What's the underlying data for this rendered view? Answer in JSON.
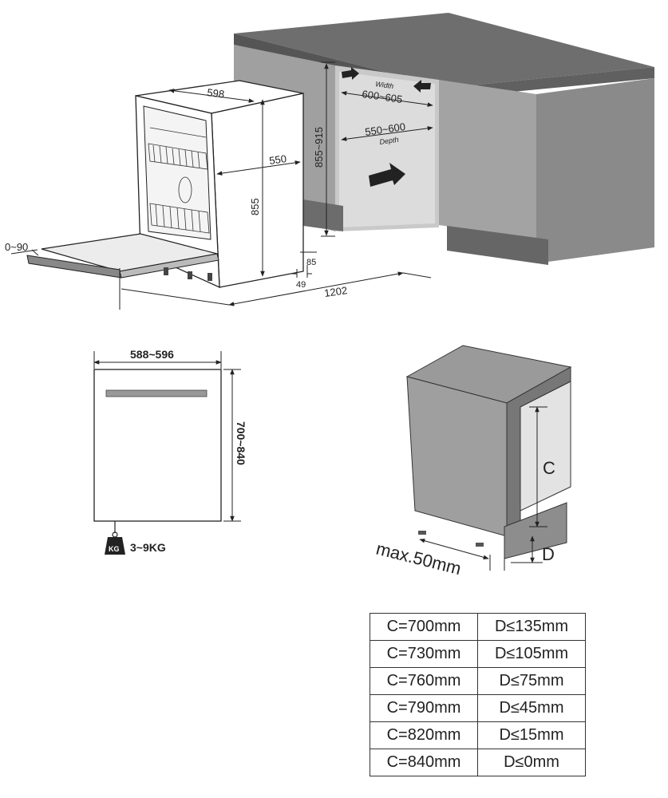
{
  "diagram": {
    "top": {
      "dim_598": "598",
      "dim_550": "550",
      "dim_855": "855",
      "dim_0_90": "0~90",
      "dim_85": "85",
      "dim_49": "49",
      "dim_1202": "1202",
      "dim_855_915": "855~915",
      "width_label": "Width",
      "width_value": "600~605",
      "depth_value": "550~600",
      "depth_label": "Depth"
    },
    "panel": {
      "width": "588~596",
      "height": "700~840",
      "weight_badge": "KG",
      "weight": "3~9KG"
    },
    "side": {
      "c_label": "C",
      "d_label": "D",
      "max_gap": "max.50mm"
    }
  },
  "table": {
    "rows": [
      {
        "c": "C=700mm",
        "d": "D≤135mm"
      },
      {
        "c": "C=730mm",
        "d": "D≤105mm"
      },
      {
        "c": "C=760mm",
        "d": "D≤75mm"
      },
      {
        "c": "C=790mm",
        "d": "D≤45mm"
      },
      {
        "c": "C=820mm",
        "d": "D≤15mm"
      },
      {
        "c": "C=840mm",
        "d": "D≤0mm"
      }
    ]
  },
  "colors": {
    "cabinet_top": "#6e6e6e",
    "cabinet_front": "#a3a3a3",
    "cabinet_side": "#8a8a8a",
    "line": "#222222"
  }
}
